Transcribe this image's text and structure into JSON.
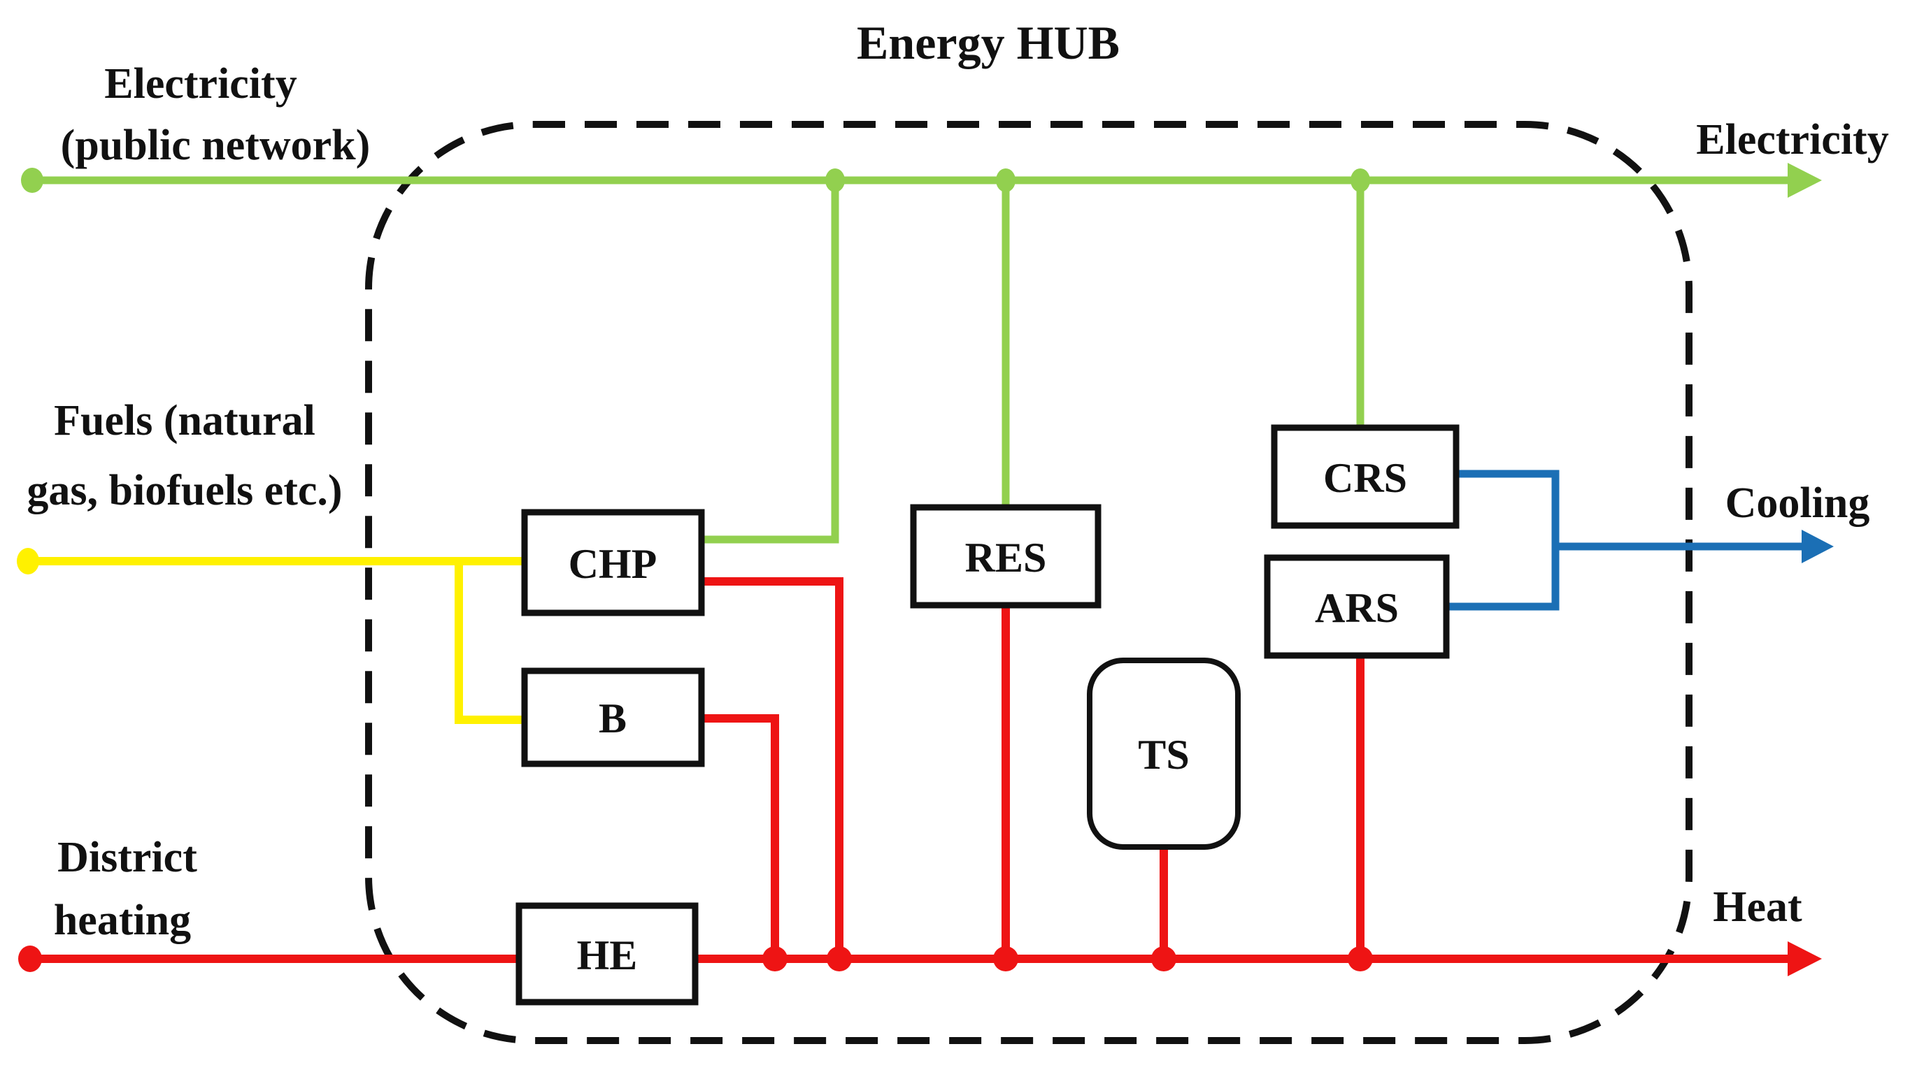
{
  "diagram": {
    "title": "Energy HUB",
    "inputs": {
      "electricity_line1": "Electricity",
      "electricity_line2": "(public network)",
      "fuels_line1": "Fuels (natural",
      "fuels_line2": "gas, biofuels etc.)",
      "district_line1": "District",
      "district_line2": "heating"
    },
    "outputs": {
      "electricity": "Electricity",
      "cooling": "Cooling",
      "heat": "Heat"
    },
    "nodes": {
      "chp": "CHP",
      "boiler": "B",
      "heat_exchanger": "HE",
      "res": "RES",
      "thermal_storage": "TS",
      "crs": "CRS",
      "ars": "ARS"
    },
    "colors": {
      "electricity": "#92D04F",
      "fuel": "#FFF100",
      "heat": "#EE1414",
      "cooling": "#1B6FB5",
      "outline": "#111111"
    }
  }
}
